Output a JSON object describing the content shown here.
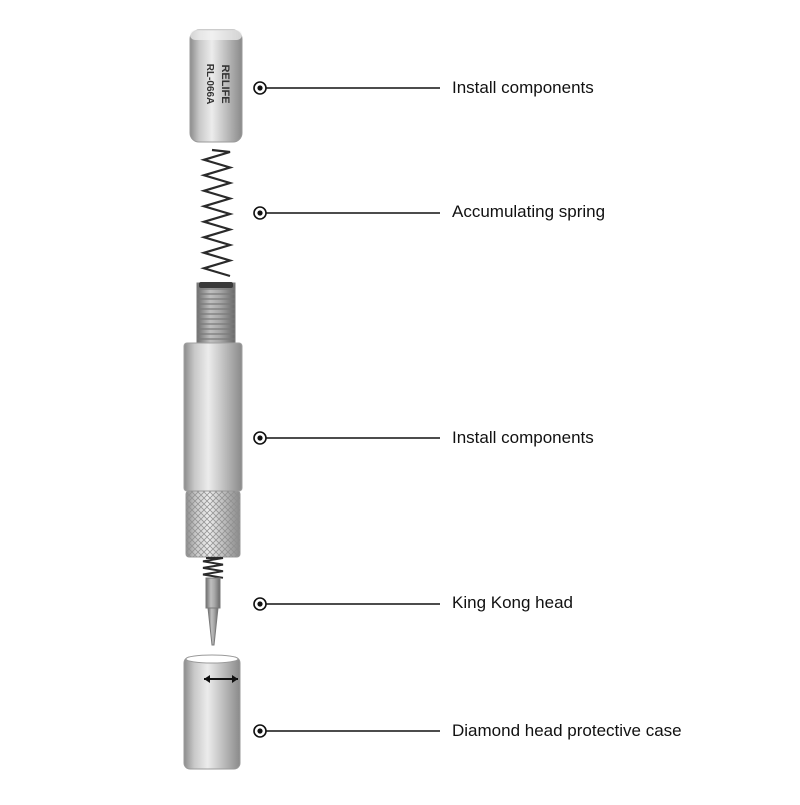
{
  "product": {
    "brand": "RELIFE",
    "model": "RL-066A"
  },
  "callouts": [
    {
      "label": "Install components"
    },
    {
      "label": "Accumulating spring"
    },
    {
      "label": "Install components"
    },
    {
      "label": "King Kong head"
    },
    {
      "label": "Diamond head protective case"
    }
  ],
  "colors": {
    "metal_light": "#e4e4e4",
    "metal_mid": "#b9b9b9",
    "metal_dark": "#8a8a8a",
    "line": "#111111",
    "text": "#111111"
  }
}
